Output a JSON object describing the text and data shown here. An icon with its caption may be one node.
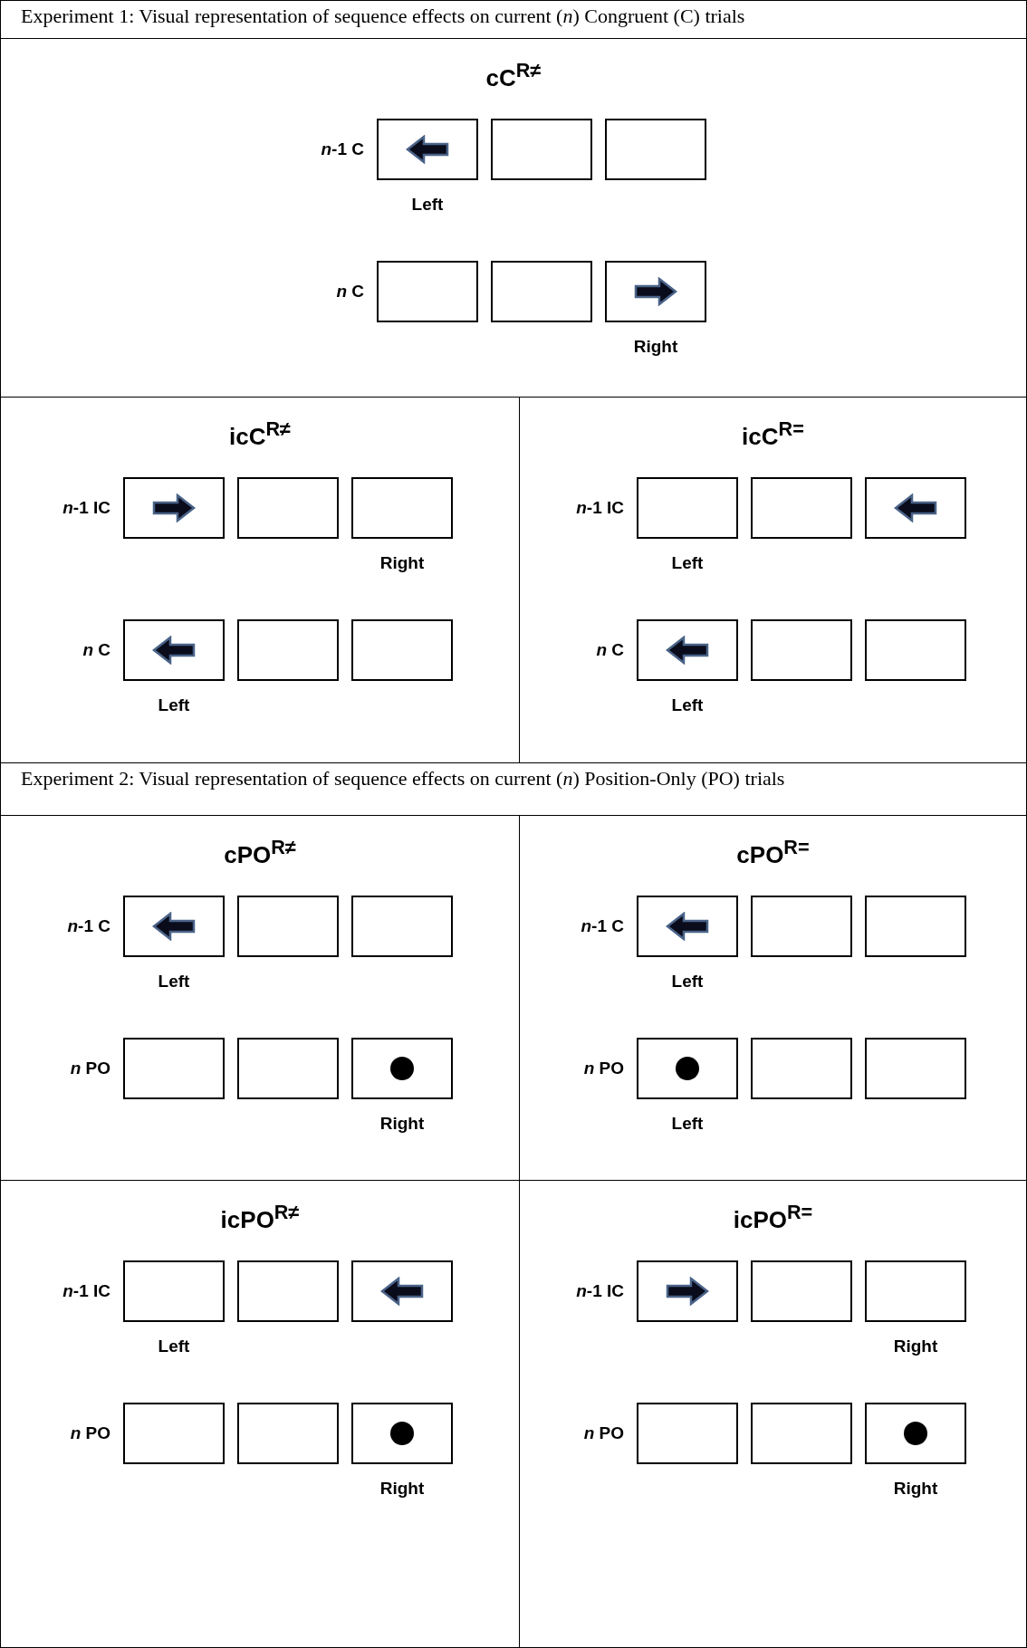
{
  "diagram": {
    "nodes": [
      {
        "text": [
          "Experiment 1: Visual representation of sequence effects on current (*n*) Congruent (C) trials"
        ]
      },
      {
        "text": [
          "cC$^{R≠}$"
        ]
      },
      {
        "text": [],
        "shape": "box",
        "in": 1,
        "beside": [
          "Left"
        ]
      },
      {
        "text": [],
        "shape": "arrow",
        "in": 2
      },
      {
        "text": [],
        "shape": "box",
        "in": 1
      },
      {
        "text": [],
        "shape": "box",
        "in": 1
      },
      {
        "text": [],
        "shape": "box",
        "in": 1
      },
      {
        "text": [],
        "shape": "box",
        "in": 1
      },
      {
        "text": [],
        "shape": "box",
        "in": 1,
        "beside": [
          "Right"
        ]
      },
      {
        "text": [],
        "shape": "arrow",
        "in": 8
      },
      {
        "text": [
          "icC$^{R≠}$"
        ]
      },
      {
        "text": [],
        "shape": "box",
        "in": 10
      },
      {
        "text": [],
        "shape": "arrow",
        "in": 11
      },
      {
        "text": [],
        "shape": "box",
        "in": 10
      },
      {
        "text": [],
        "shape": "box",
        "in": 10,
        "beside": [
          "Right"
        ]
      },
      {
        "text": [],
        "shape": "box",
        "in": 10,
        "beside": [
          "Left"
        ]
      },
      {
        "text": [],
        "shape": "arrow",
        "in": 15
      },
      {
        "text": [],
        "shape": "box",
        "in": 10
      },
      {
        "text": [],
        "shape": "box",
        "in": 10
      },
      {
        "text": [
          "icC$^{R=}$"
        ]
      },
      {
        "text": [],
        "shape": "box",
        "in": 19,
        "beside": [
          "Left"
        ]
      },
      {
        "text": [],
        "shape": "box",
        "in": 19
      },
      {
        "text": [],
        "shape": "box",
        "in": 19
      },
      {
        "text": [],
        "shape": "arrow",
        "in": 22
      },
      {
        "text": [],
        "shape": "box",
        "in": 19,
        "beside": [
          "Left"
        ]
      },
      {
        "text": [],
        "shape": "arrow",
        "in": 24
      },
      {
        "text": [],
        "shape": "box",
        "in": 19
      },
      {
        "text": [],
        "shape": "box",
        "in": 19
      },
      {
        "text": [
          "Experiment 2: Visual representation of sequence effects on current (*n*) Position-Only (PO) trials"
        ]
      },
      {
        "text": [
          "cPO$^{R≠}$"
        ]
      },
      {
        "text": [],
        "shape": "box",
        "in": 29,
        "beside": [
          "Left"
        ]
      },
      {
        "text": [],
        "shape": "arrow",
        "in": 30
      },
      {
        "text": [],
        "shape": "box",
        "in": 29
      },
      {
        "text": [],
        "shape": "box",
        "in": 29
      },
      {
        "text": [],
        "shape": "box",
        "in": 29
      },
      {
        "text": [],
        "shape": "box",
        "in": 29
      },
      {
        "text": [],
        "shape": "box",
        "in": 29,
        "beside": [
          "Right"
        ]
      },
      {
        "text": [],
        "shape": "circle",
        "in": 36
      },
      {
        "text": [
          "cPO$^{R=}$"
        ]
      },
      {
        "text": [],
        "shape": "box",
        "in": 38,
        "beside": [
          "Left"
        ]
      },
      {
        "text": [],
        "shape": "arrow",
        "in": 39
      },
      {
        "text": [],
        "shape": "box",
        "in": 38
      },
      {
        "text": [],
        "shape": "box",
        "in": 38
      },
      {
        "text": [],
        "shape": "box",
        "in": 38,
        "beside": [
          "Left"
        ]
      },
      {
        "text": [],
        "shape": "circle",
        "in": 43
      },
      {
        "text": [],
        "shape": "box",
        "in": 38
      },
      {
        "text": [],
        "shape": "box",
        "in": 38
      },
      {
        "text": [
          "icPO$^{R≠}$"
        ]
      },
      {
        "text": [],
        "shape": "box",
        "in": 47,
        "beside": [
          "Left"
        ]
      },
      {
        "text": [],
        "shape": "box",
        "in": 47
      },
      {
        "text": [],
        "shape": "box",
        "in": 47
      },
      {
        "text": [],
        "shape": "arrow",
        "in": 50
      },
      {
        "text": [],
        "shape": "box",
        "in": 47
      },
      {
        "text": [],
        "shape": "box",
        "in": 47
      },
      {
        "text": [],
        "shape": "box",
        "in": 47,
        "beside": [
          "Right"
        ]
      },
      {
        "text": [],
        "shape": "circle",
        "in": 54
      },
      {
        "text": [
          "icPO$^{R=}$"
        ]
      },
      {
        "text": [],
        "shape": "box",
        "in": 56
      },
      {
        "text": [],
        "shape": "arrow",
        "in": 57
      },
      {
        "text": [],
        "shape": "box",
        "in": 56
      },
      {
        "text": [],
        "shape": "box",
        "in": 56,
        "beside": [
          "Right"
        ]
      },
      {
        "text": [],
        "shape": "box",
        "in": 56
      },
      {
        "text": [],
        "shape": "box",
        "in": 56
      },
      {
        "text": [],
        "shape": "box",
        "in": 56,
        "beside": [
          "Right"
        ]
      },
      {
        "text": [],
        "shape": "circle",
        "in": 63
      }
    ],
    "labels": [
      "*n*-1 C",
      "*n* C",
      "*n*-1 IC",
      "*n* C",
      "*n*-1 IC",
      "*n* C",
      "*n*-1 C",
      "*n* PO",
      "*n*-1 C",
      "*n* PO",
      "*n*-1 IC",
      "*n* PO",
      "*n*-1 IC",
      "*n* PO"
    ]
  }
}
